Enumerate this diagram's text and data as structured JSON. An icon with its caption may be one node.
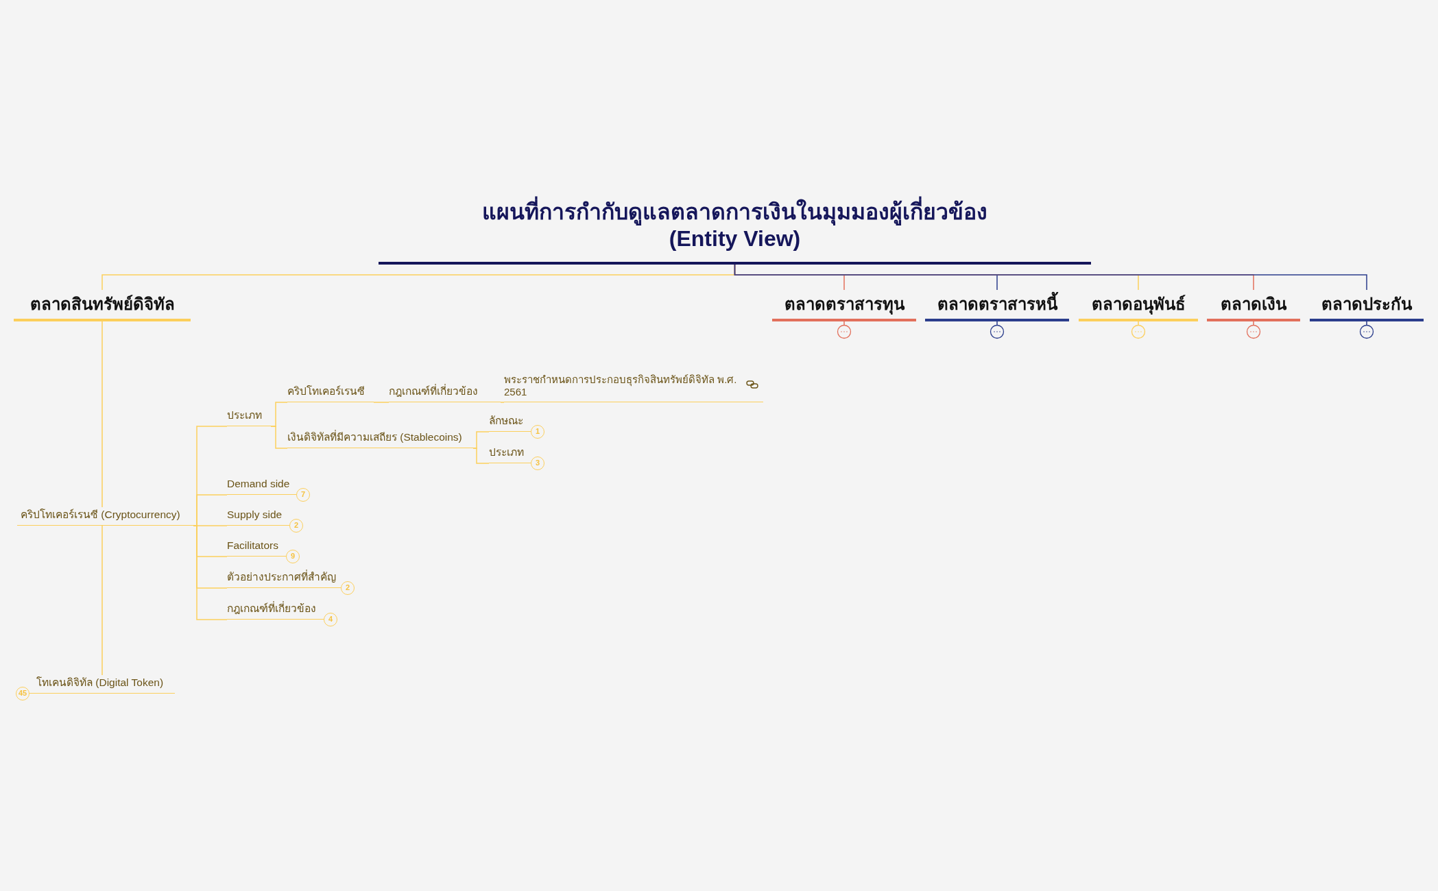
{
  "diagram": {
    "nodes": [
      {
        "text": [
          "แผนที่การกำกับดูแลตลาดการเงินในมุมมองผู้เกี่ยวข้อง (Entity View)"
        ]
      },
      {
        "text": [
          "ตลาดสินทรัพย์ดิจิทัล"
        ]
      },
      {
        "text": [
          "ตลาดตราสารทุน"
        ]
      },
      {
        "text": [
          "ตลาดตราสารหนี้"
        ]
      },
      {
        "text": [
          "ตลาดอนุพันธ์"
        ]
      },
      {
        "text": [
          "ตลาดเงิน"
        ]
      },
      {
        "text": [
          "ตลาดประกัน"
        ]
      },
      {
        "text": [
          "คริปโทเคอร์เรนซี (Cryptocurrency)"
        ]
      },
      {
        "text": [
          "ประเภท"
        ]
      },
      {
        "text": [
          "คริปโทเคอร์เรนซี"
        ]
      },
      {
        "text": [
          "กฎเกณฑ์ที่เกี่ยวข้อง"
        ]
      },
      {
        "text": [
          "พระราชกำหนดการประกอบธุรกิจสินทรัพย์ดิจิทัล พ.ศ. 2561"
        ]
      },
      {
        "text": [
          "เงินดิจิทัลที่มีความเสถียร (Stablecoins)"
        ]
      },
      {
        "text": [
          "ลักษณะ"
        ],
        "beside": [
          "1"
        ]
      },
      {
        "text": [
          "ประเภท"
        ],
        "beside": [
          "3"
        ]
      },
      {
        "text": [
          "Demand side"
        ],
        "beside": [
          "7"
        ]
      },
      {
        "text": [
          "Supply side"
        ],
        "beside": [
          "2"
        ]
      },
      {
        "text": [
          "Facilitators"
        ],
        "beside": [
          "9"
        ]
      },
      {
        "text": [
          "ตัวอย่างประกาศที่สำคัญ"
        ],
        "beside": [
          "2"
        ]
      },
      {
        "text": [
          "กฎเกณฑ์ที่เกี่ยวข้อง"
        ],
        "beside": [
          "4"
        ]
      },
      {
        "text": [
          "โทเคนดิจิทัล (Digital Token)"
        ],
        "beside": [
          "45"
        ]
      }
    ],
    "edges": [
      {
        "from": 0,
        "to": 1,
        "arrow": "none"
      },
      {
        "from": 0,
        "to": 2,
        "arrow": "none",
        "color": "#e2705c"
      },
      {
        "from": 0,
        "to": 3,
        "arrow": "none",
        "color": "#2b3d8c"
      },
      {
        "from": 0,
        "to": 4,
        "arrow": "none"
      },
      {
        "from": 0,
        "to": 5,
        "arrow": "none",
        "color": "#e2705c"
      },
      {
        "from": 0,
        "to": 6,
        "arrow": "none",
        "color": "#2b3d8c"
      },
      {
        "from": 1,
        "to": 7,
        "arrow": "none"
      },
      {
        "from": 7,
        "to": 20,
        "arrow": "none"
      },
      {
        "from": 7,
        "to": 8,
        "arrow": "none"
      },
      {
        "from": 7,
        "to": 15,
        "arrow": "none"
      },
      {
        "from": 7,
        "to": 16,
        "arrow": "none"
      },
      {
        "from": 7,
        "to": 17,
        "arrow": "none"
      },
      {
        "from": 7,
        "to": 18,
        "arrow": "none"
      },
      {
        "from": 7,
        "to": 19,
        "arrow": "none"
      },
      {
        "from": 8,
        "to": 9,
        "arrow": "none"
      },
      {
        "from": 8,
        "to": 12,
        "arrow": "none"
      },
      {
        "from": 9,
        "to": 10,
        "arrow": "none"
      },
      {
        "from": 10,
        "to": 11,
        "arrow": "none"
      },
      {
        "from": 12,
        "to": 13,
        "arrow": "none"
      },
      {
        "from": 12,
        "to": 14,
        "arrow": "none"
      }
    ]
  }
}
